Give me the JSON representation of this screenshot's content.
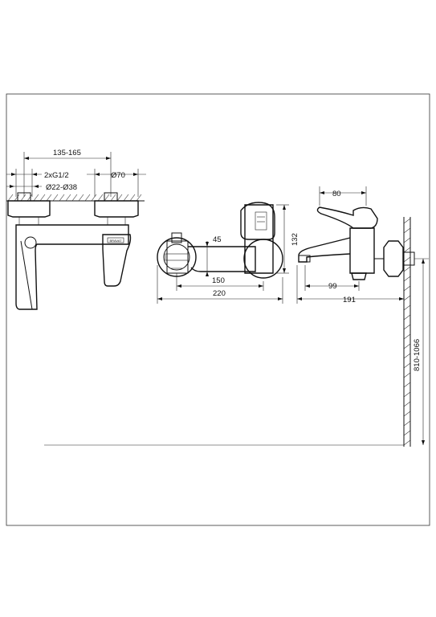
{
  "dimensions": {
    "spacing_range": "135-165",
    "connection_thread": "2xG1/2",
    "cover_diameter": "Ø70",
    "pipe_diameter_range": "Ø22-Ø38",
    "outlet_offset": "45",
    "body_height": "132",
    "center_to_outlet": "150",
    "overall_width": "220",
    "lever_length": "80",
    "spout_reach": "99",
    "total_projection": "191",
    "mount_height_range": "810-1066"
  },
  "brand_mark": "BRAVAT"
}
